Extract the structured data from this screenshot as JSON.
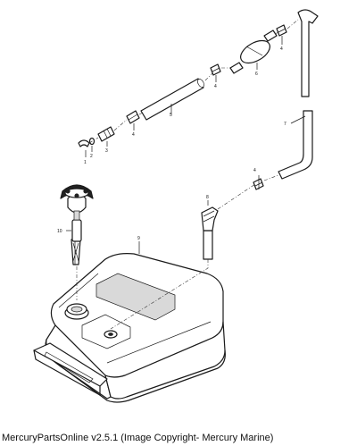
{
  "callouts": {
    "c1": "1",
    "c2": "2",
    "c3": "3",
    "c4a": "4",
    "c4b": "4",
    "c4c": "4",
    "c4d": "4",
    "c5": "5",
    "c6": "6",
    "c7": "7",
    "c8": "8",
    "c9": "9",
    "c10": "10"
  },
  "caption": "MercuryPartsOnline v2.5.1 (Image Copyright- Mercury Marine)"
}
